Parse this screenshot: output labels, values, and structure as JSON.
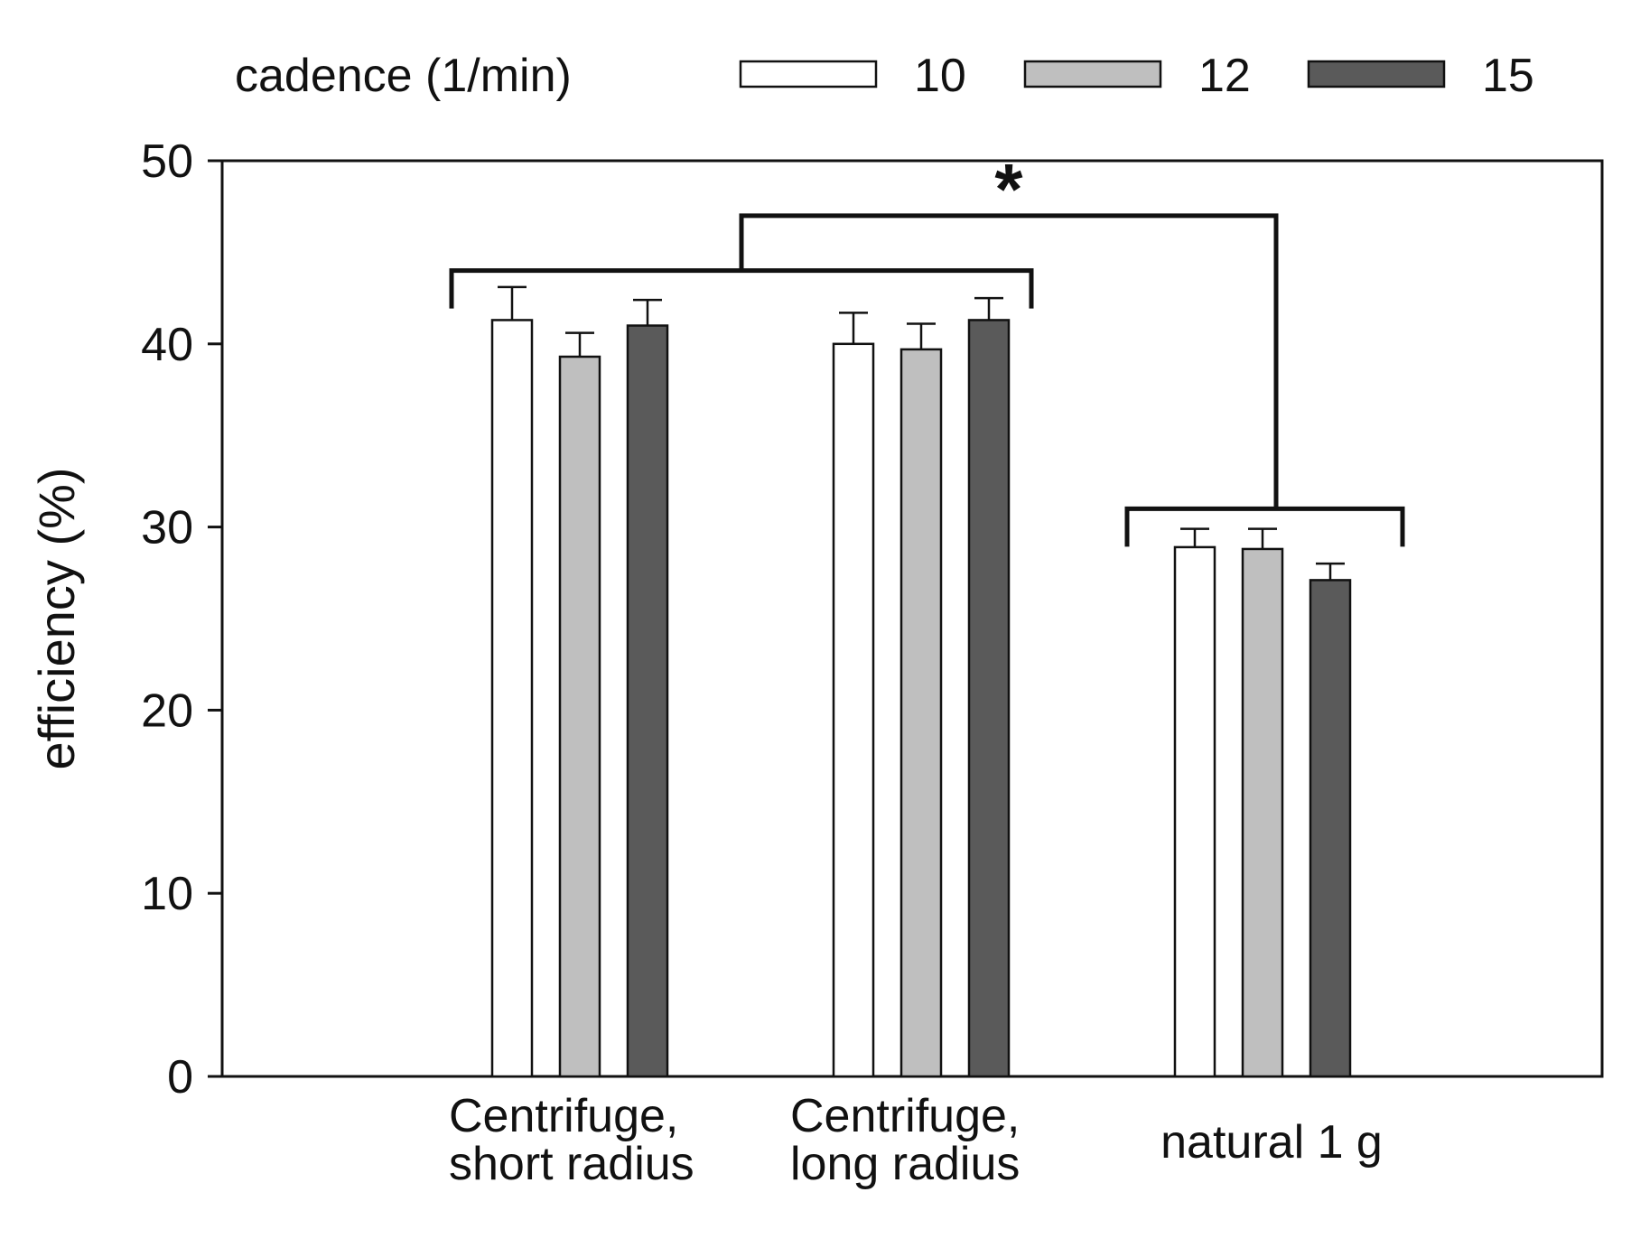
{
  "chart_data": {
    "type": "bar",
    "ylabel": "efficiency (%)",
    "ylim": [
      0,
      50
    ],
    "yticks": [
      0,
      10,
      20,
      30,
      40,
      50
    ],
    "grid": false,
    "legend": {
      "placement": "top",
      "title": "cadence (1/min)",
      "entries": [
        "10",
        "12",
        "15"
      ]
    },
    "categories": [
      [
        "Centrifuge,",
        "short radius"
      ],
      [
        "Centrifuge,",
        "long radius"
      ],
      [
        "natural 1 g"
      ]
    ],
    "series": [
      {
        "name": "10",
        "color": "#ffffff",
        "values": [
          41.3,
          40.0,
          28.9
        ],
        "errors": [
          1.8,
          1.7,
          1.0
        ]
      },
      {
        "name": "12",
        "color": "#bfbfbf",
        "values": [
          39.3,
          39.7,
          28.8
        ],
        "errors": [
          1.3,
          1.4,
          1.1
        ]
      },
      {
        "name": "15",
        "color": "#5a5a5a",
        "values": [
          41.0,
          41.3,
          27.1
        ],
        "errors": [
          1.4,
          1.2,
          0.9
        ]
      }
    ],
    "annotations": {
      "significance_marker": "*",
      "brackets": [
        {
          "spans_categories": [
            0,
            1
          ],
          "y": 44.0
        },
        {
          "spans_categories": [
            2
          ],
          "y": 31.0
        },
        {
          "connects": "group-brackets",
          "y": 47.0
        }
      ]
    }
  }
}
